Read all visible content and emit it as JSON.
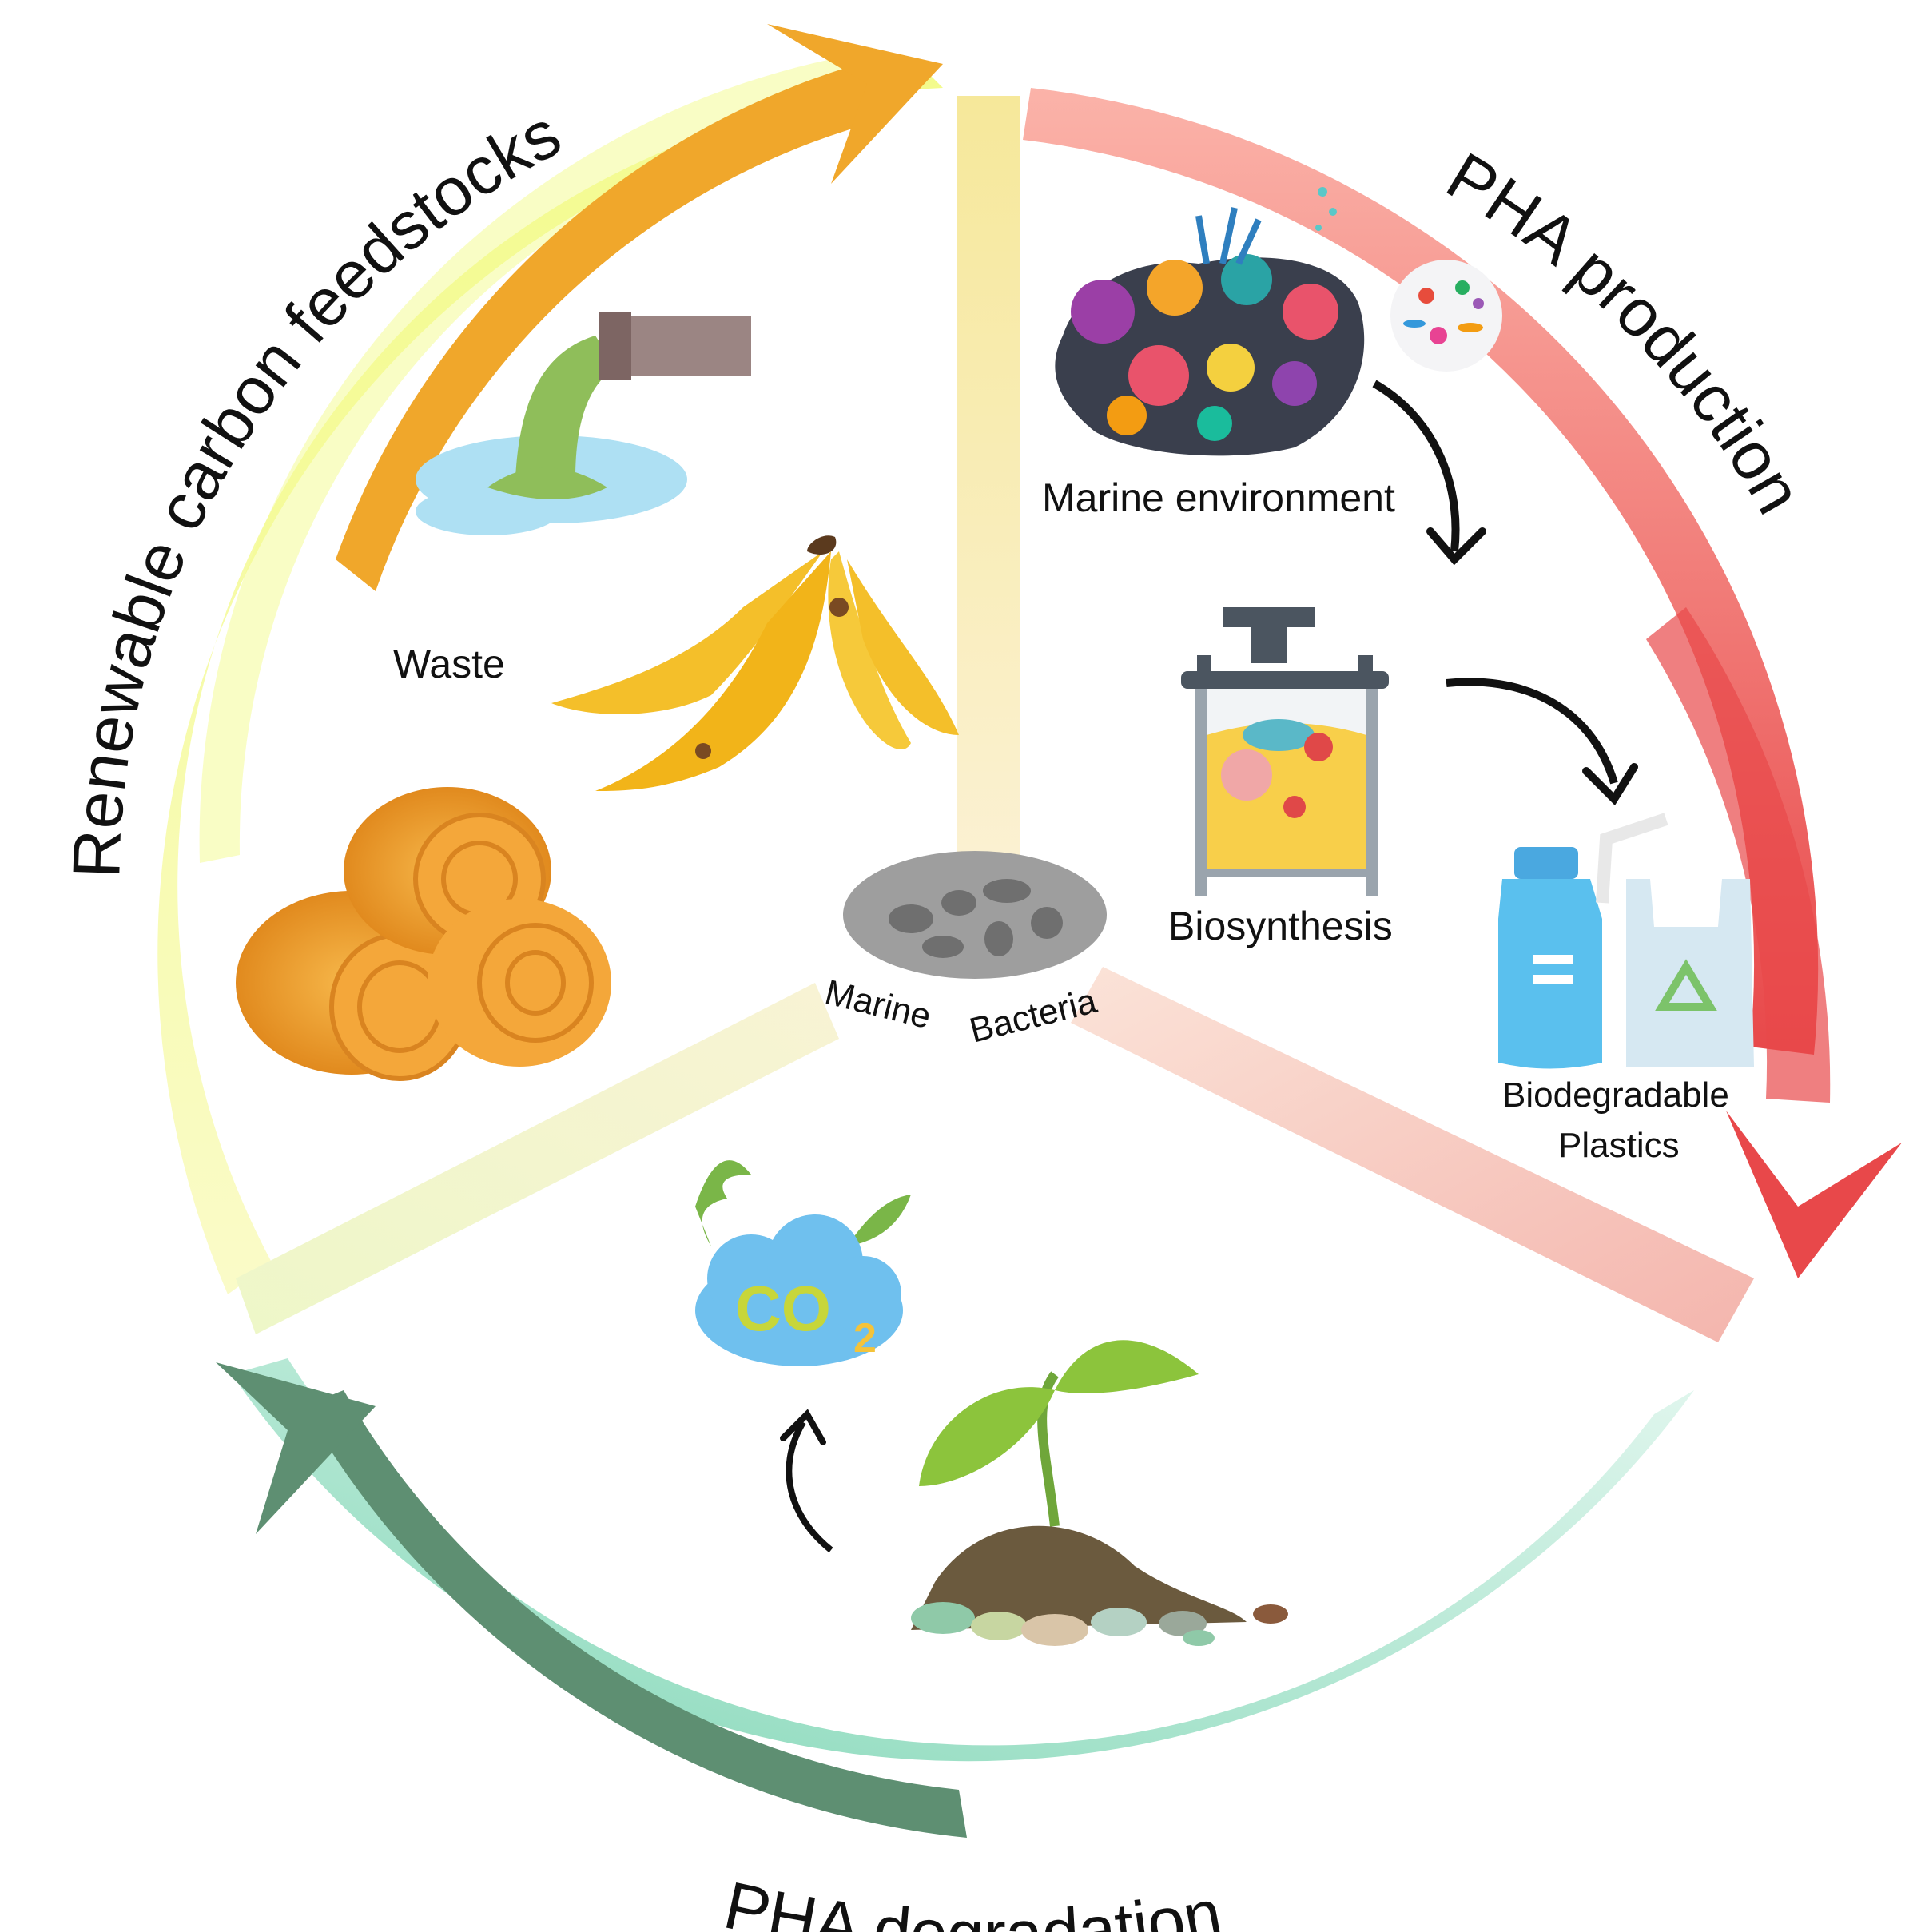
{
  "cycle": {
    "feedstocks_label": "Renewable carbon feedstocks",
    "production_label": "PHA production",
    "degradation_label": "PHA degradation"
  },
  "labels": {
    "waste": "Waste",
    "marine_environment": "Marine environment",
    "biosynthesis": "Biosynthesis",
    "biodegradable": "Biodegradable",
    "plastics": "Plastics",
    "marine": "Marine",
    "bacteria": "Bacteria",
    "co2_main": "CO",
    "co2_sub": "2"
  },
  "colors": {
    "feedstocks_arc": "#f2f57a",
    "feedstocks_arrow": "#f0a72b",
    "production_arc": "#ef5b55",
    "degradation_arc": "#8fdcc0",
    "degradation_arrow": "#5e8f72"
  }
}
